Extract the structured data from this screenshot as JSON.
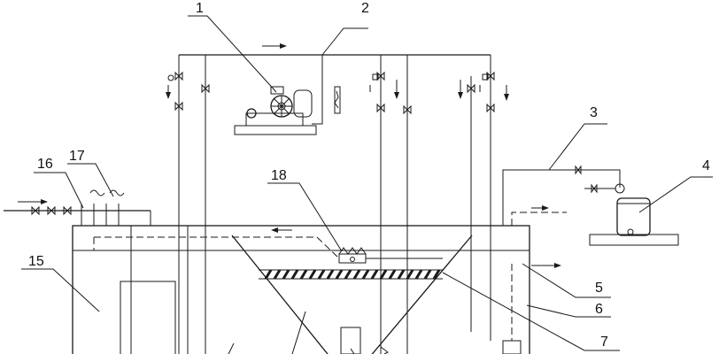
{
  "labels": {
    "n1": "1",
    "n2": "2",
    "n3": "3",
    "n4": "4",
    "n5": "5",
    "n6": "6",
    "n7": "7",
    "n15": "15",
    "n16": "16",
    "n17": "17",
    "n18": "18"
  }
}
